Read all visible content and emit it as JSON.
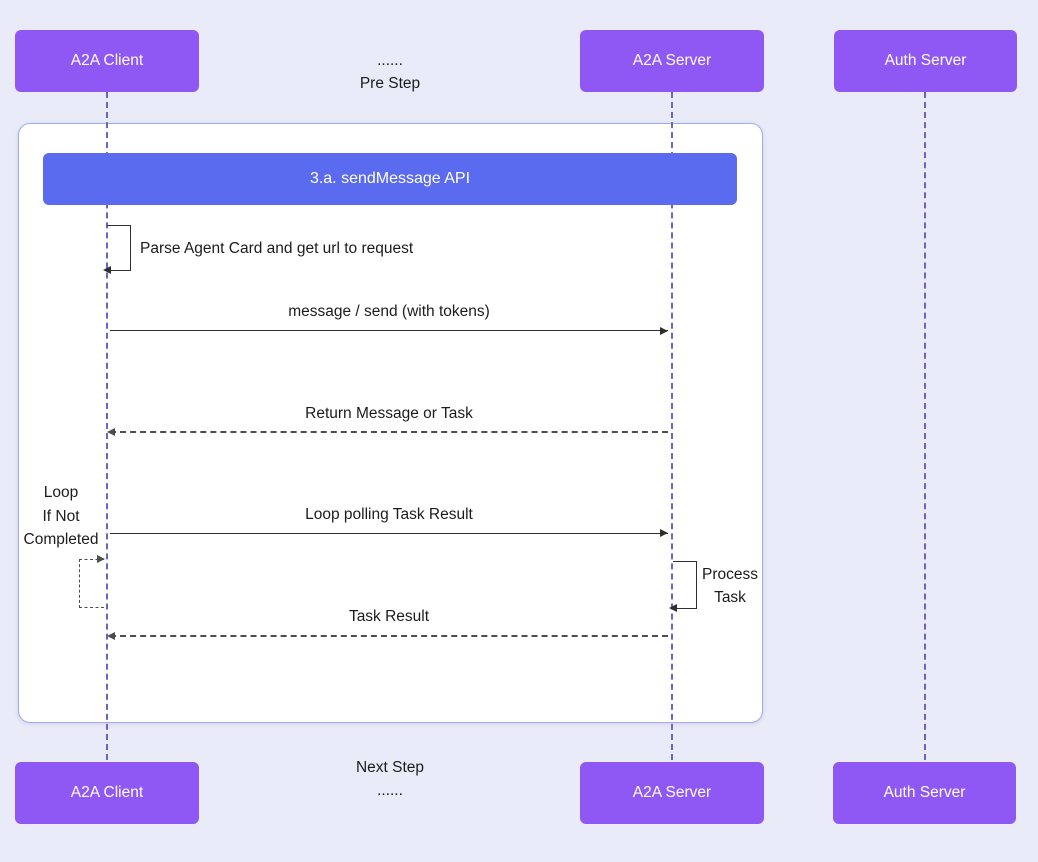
{
  "colors": {
    "background": "#e9ecf8",
    "actor_fill": "#8f57f3",
    "actor_text": "#ffffff",
    "banner_fill": "#5b6bf0",
    "banner_text": "#ffffff",
    "frame_fill": "#ffffff",
    "frame_border": "#a4abe8",
    "lifeline": "#6a64c8",
    "arrow_solid": "#2f2f2f",
    "arrow_dashed": "#4d4d4d",
    "label_text": "#1c1c1c"
  },
  "actors": {
    "client": "A2A Client",
    "server": "A2A Server",
    "auth": "Auth Server"
  },
  "top_note": {
    "dots": "......",
    "label": "Pre Step"
  },
  "bottom_note": {
    "label": "Next Step",
    "dots": "......"
  },
  "banner": {
    "label": "3.a. sendMessage API"
  },
  "messages": {
    "parse": "Parse Agent Card and get url to request",
    "send": "message / send (with tokens)",
    "return": "Return Message or Task",
    "poll": "Loop polling Task Result",
    "task_result": "Task Result"
  },
  "loop_label": {
    "line1": "Loop",
    "line2": "If Not",
    "line3": "Completed"
  },
  "process_label": {
    "line1": "Process",
    "line2": "Task"
  }
}
